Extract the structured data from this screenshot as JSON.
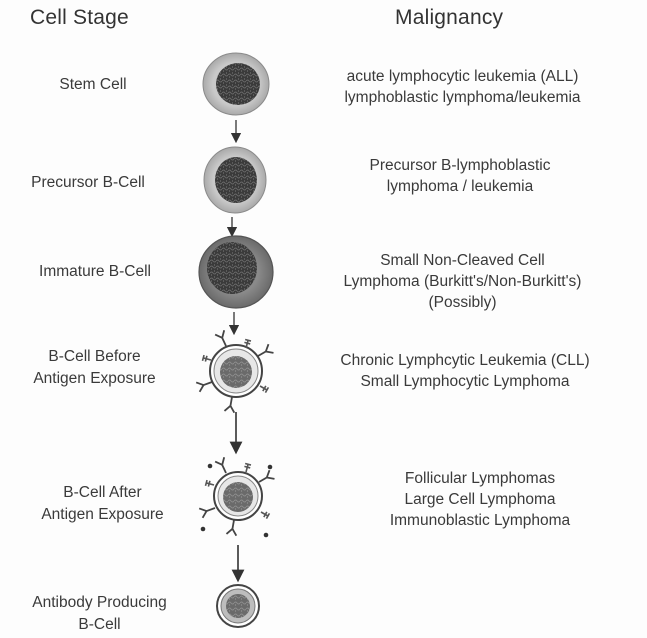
{
  "headers": {
    "cell_stage": "Cell Stage",
    "malignancy": "Malignancy"
  },
  "rows": [
    {
      "stage": [
        "Stem Cell"
      ],
      "malignancy": [
        "acute lymphocytic leukemia (ALL)",
        "lymphoblastic lymphoma/leukemia"
      ]
    },
    {
      "stage": [
        "Precursor B-Cell"
      ],
      "malignancy": [
        "Precursor B-lymphoblastic",
        "lymphoma / leukemia"
      ]
    },
    {
      "stage": [
        "Immature B-Cell"
      ],
      "malignancy": [
        "Small Non-Cleaved Cell",
        "Lymphoma (Burkitt's/Non-Burkitt's)",
        "(Possibly)"
      ]
    },
    {
      "stage": [
        "B-Cell Before",
        "Antigen Exposure"
      ],
      "malignancy": [
        "Chronic Lymphcytic Leukemia (CLL)",
        "Small Lymphocytic Lymphoma"
      ]
    },
    {
      "stage": [
        "B-Cell After",
        "Antigen Exposure"
      ],
      "malignancy": [
        "Follicular Lymphomas",
        "Large Cell Lymphoma",
        "Immunoblastic Lymphoma"
      ]
    },
    {
      "stage": [
        "Antibody Producing",
        "B-Cell"
      ],
      "malignancy": []
    }
  ],
  "cells": [
    {
      "type": "stem-cell"
    },
    {
      "type": "precursor-b-cell"
    },
    {
      "type": "immature-b-cell"
    },
    {
      "type": "b-cell-before-antigen"
    },
    {
      "type": "b-cell-after-antigen"
    },
    {
      "type": "plasma-cell"
    }
  ]
}
